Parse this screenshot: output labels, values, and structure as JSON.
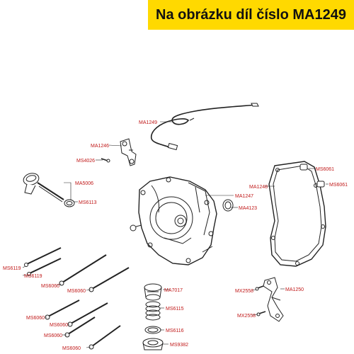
{
  "banner": {
    "text": "Na obrázku díl číslo MA1249",
    "color": "#ffd900"
  },
  "label_color": "#c01818",
  "labels": {
    "ma1249": "MA1249",
    "ma1246": "MA1246",
    "ms4026": "MS4026",
    "ma5006": "MA5006",
    "ms6113": "MS6113",
    "ma1247": "MA1247",
    "ma4123": "MA4123",
    "ma1248": "MA1248",
    "ms6061a": "MS6061",
    "ms6061b": "MS6061",
    "ms6119a": "MS6119",
    "ms6119b": "MS6119",
    "ms6060a": "MS6060",
    "ms6060b": "MS6060",
    "ms6060c": "MS6060",
    "ms6060d": "MS6060",
    "ms6060e": "MS6060",
    "ms6060f": "MS6060",
    "ma7017": "MA7017",
    "ms6115": "MS6115",
    "ms6116": "MS6116",
    "ms9382": "MS9382",
    "mx2558a": "MX2558",
    "mx2558b": "MX2558",
    "ma1250": "MA1250"
  }
}
